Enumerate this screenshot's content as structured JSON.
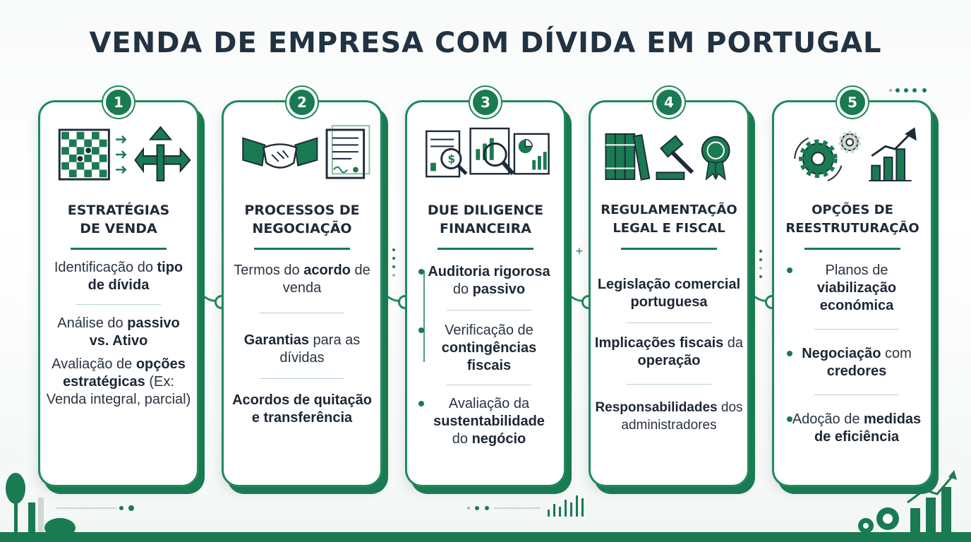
{
  "title": "VENDA DE EMPRESA COM DÍVIDA EM PORTUGAL",
  "colors": {
    "primary": "#1a7a52",
    "accent": "#1f8a5c",
    "text": "#1f2b38",
    "background": "#f8faf9"
  },
  "steps": [
    {
      "number": "1",
      "icons": [
        "chessboard-icon",
        "arrows-right-icon",
        "split-direction-arrow-icon"
      ],
      "title": "ESTRATÉGIAS\nDE VENDA",
      "items": [
        {
          "pre": "Identificação do ",
          "bold": "tipo de dívida",
          "post": ""
        },
        {
          "pre": "Análise do ",
          "bold": "passivo vs. Ativo",
          "post": ""
        },
        {
          "pre": "Avaliação de ",
          "bold": "opções estratégicas",
          "post": " (Ex: Venda integral, parcial)"
        }
      ]
    },
    {
      "number": "2",
      "icons": [
        "handshake-icon",
        "contract-document-icon"
      ],
      "title": "PROCESSOS DE\nNEGOCIAÇÃO",
      "items": [
        {
          "pre": "Termos do ",
          "bold": "acordo",
          "post": " de venda"
        },
        {
          "pre": "",
          "bold": "Garantias",
          "post": " para as dívidas"
        },
        {
          "pre": "",
          "bold": "Acordos de quitação e transferência",
          "post": ""
        }
      ]
    },
    {
      "number": "3",
      "icons": [
        "financial-report-icon",
        "magnifier-chart-icon",
        "pie-chart-report-icon"
      ],
      "title": "DUE DILIGENCE\nFINANCEIRA",
      "items": [
        {
          "pre": "",
          "bold": "Auditoria rigorosa",
          "post": " do ",
          "bold2": "passivo"
        },
        {
          "pre": "Verificação de ",
          "bold": "contingências fiscais",
          "post": ""
        },
        {
          "pre": "Avaliação da ",
          "bold": "sustentabilidade",
          "post": " do ",
          "bold2": "negócio"
        }
      ]
    },
    {
      "number": "4",
      "icons": [
        "law-books-icon",
        "gavel-icon",
        "seal-award-icon"
      ],
      "title": "REGULAMENTAÇÃO\nLEGAL E FISCAL",
      "items": [
        {
          "pre": "",
          "bold": "Legislação comercial portuguesa",
          "post": ""
        },
        {
          "pre": "",
          "bold": "Implicações fiscais",
          "post": " da ",
          "bold2": "operação"
        },
        {
          "pre": "",
          "bold": "Responsabilidades",
          "post": " dos administradores"
        }
      ]
    },
    {
      "number": "5",
      "icons": [
        "gears-icon",
        "growth-chart-icon"
      ],
      "title": "OPÇÕES DE\nREESTRUTURAÇÃO",
      "items": [
        {
          "pre": "Planos de ",
          "bold": "viabilização económica",
          "post": ""
        },
        {
          "pre": "",
          "bold": "Negociação",
          "post": " com ",
          "bold2": "credores"
        },
        {
          "pre": "Adoção de ",
          "bold": "medidas de eficiência",
          "post": ""
        }
      ]
    }
  ]
}
